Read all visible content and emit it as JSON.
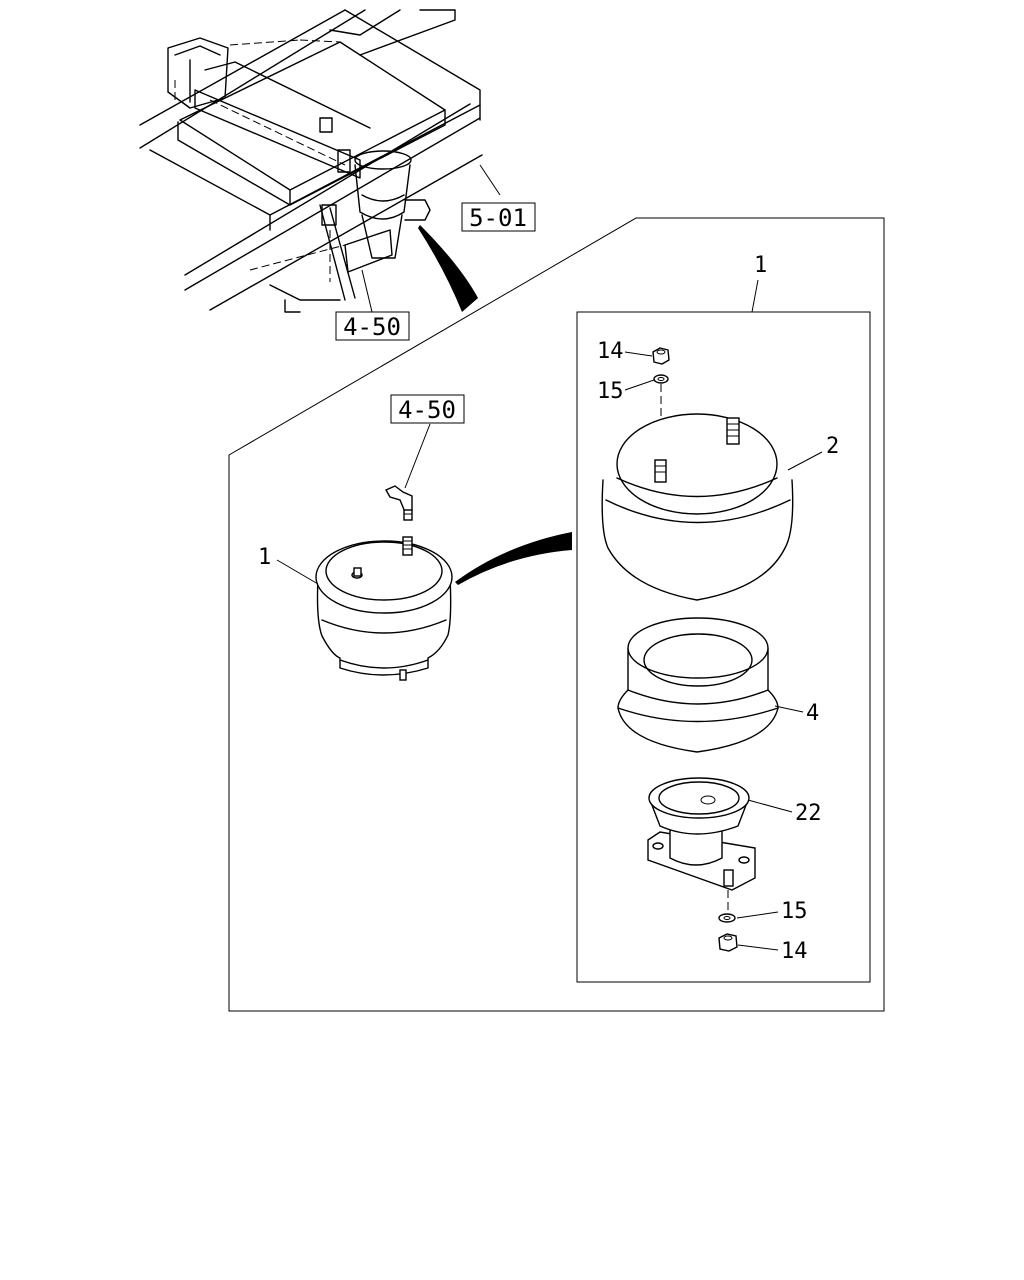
{
  "diagram": {
    "references": {
      "top_section": "5-01",
      "top_link": "4-50",
      "fitting_link": "4-50"
    },
    "callouts": {
      "assembly_main": "1",
      "assembly_detail": "1",
      "nut_top": "14",
      "washer_top": "15",
      "air_bellow": "2",
      "piston": "4",
      "bracket": "22",
      "washer_bottom": "15",
      "nut_bottom": "14"
    }
  }
}
